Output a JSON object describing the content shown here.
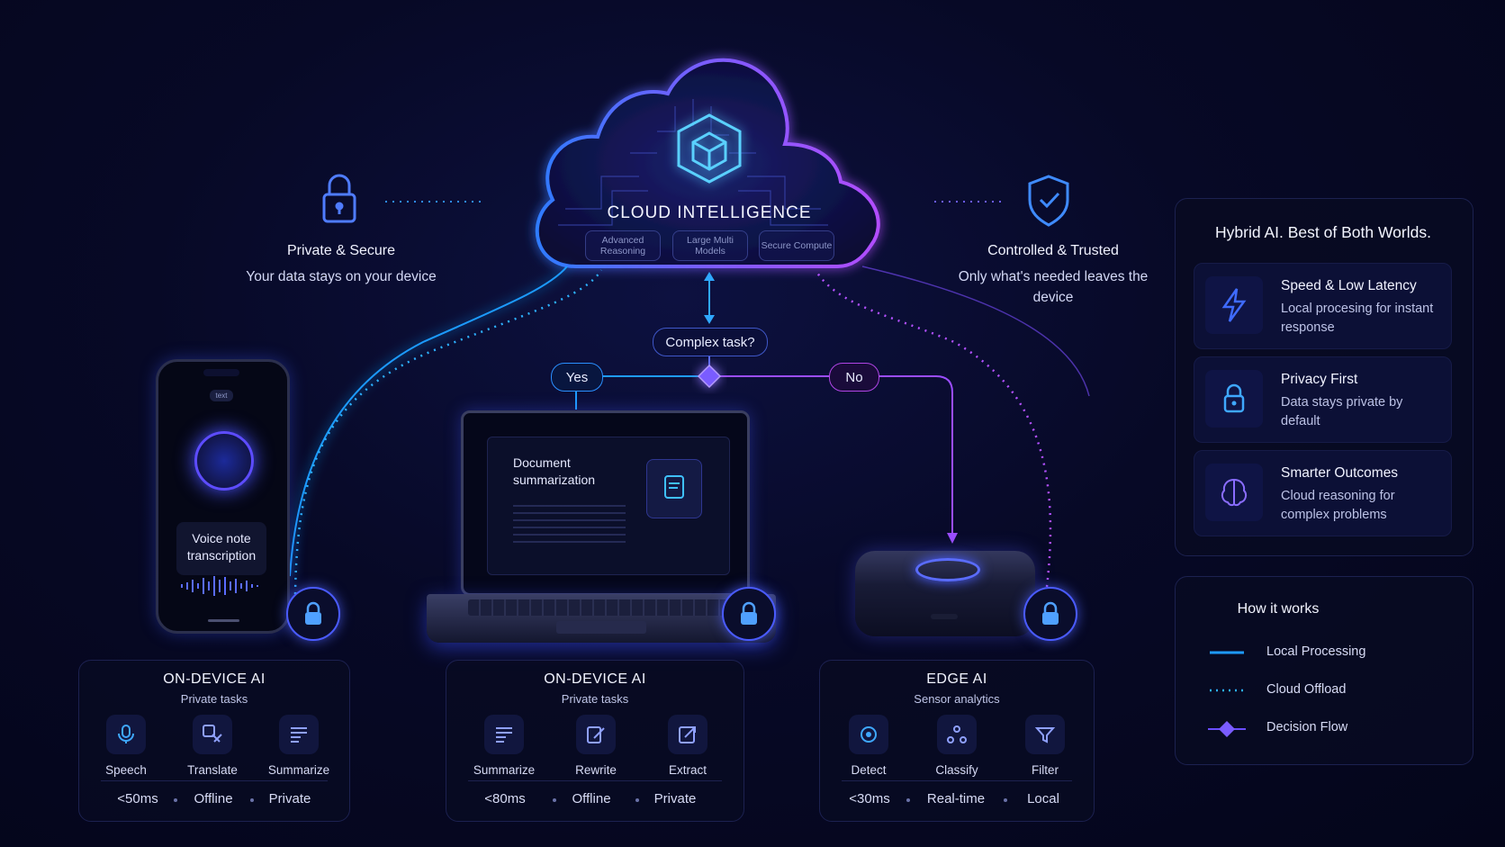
{
  "cloud": {
    "title": "CLOUD INTELLIGENCE",
    "chips": [
      "Advanced Reasoning",
      "Large Multi Models",
      "Secure Compute"
    ]
  },
  "left_note": {
    "title": "Private & Secure",
    "desc": "Your data stays on your device"
  },
  "right_note": {
    "title": "Controlled & Trusted",
    "desc": "Only what's needed leaves the device"
  },
  "decision": {
    "question": "Complex task?",
    "yes": "Yes",
    "no": "No"
  },
  "phone": {
    "chip": "text",
    "card": "Voice note transcription"
  },
  "laptop": {
    "card": "Document summarization"
  },
  "cards": [
    {
      "title": "ON-DEVICE AI",
      "subtitle": "Private tasks",
      "tools": [
        {
          "label": "Speech",
          "icon": "microphone-icon"
        },
        {
          "label": "Translate",
          "icon": "translate-icon"
        },
        {
          "label": "Summarize",
          "icon": "summarize-icon"
        }
      ],
      "stats": [
        "<50ms",
        "Offline",
        "Private"
      ]
    },
    {
      "title": "ON-DEVICE AI",
      "subtitle": "Private tasks",
      "tools": [
        {
          "label": "Summarize",
          "icon": "summarize-icon"
        },
        {
          "label": "Rewrite",
          "icon": "rewrite-icon"
        },
        {
          "label": "Extract",
          "icon": "extract-icon"
        }
      ],
      "stats": [
        "<80ms",
        "Offline",
        "Private"
      ]
    },
    {
      "title": "EDGE AI",
      "subtitle": "Sensor analytics",
      "tools": [
        {
          "label": "Detect",
          "icon": "detect-icon"
        },
        {
          "label": "Classify",
          "icon": "classify-icon"
        },
        {
          "label": "Filter",
          "icon": "filter-icon"
        }
      ],
      "stats": [
        "<30ms",
        "Real-time",
        "Local"
      ]
    }
  ],
  "panel": {
    "title": "Hybrid AI. Best of Both Worlds.",
    "features": [
      {
        "title": "Speed & Low Latency",
        "desc": "Local procesing for instant response",
        "icon": "lightning-icon"
      },
      {
        "title": "Privacy First",
        "desc": "Data stays private by default",
        "icon": "lock-icon"
      },
      {
        "title": "Smarter Outcomes",
        "desc": "Cloud reasoning for complex problems",
        "icon": "brain-icon"
      }
    ]
  },
  "how": {
    "title": "How it works",
    "legend": [
      "Local Processing",
      "Cloud Offload",
      "Decision Flow"
    ]
  },
  "colors": {
    "local": "#1e9bff",
    "cloud": "#a64dff",
    "accent": "#5a6cff"
  }
}
